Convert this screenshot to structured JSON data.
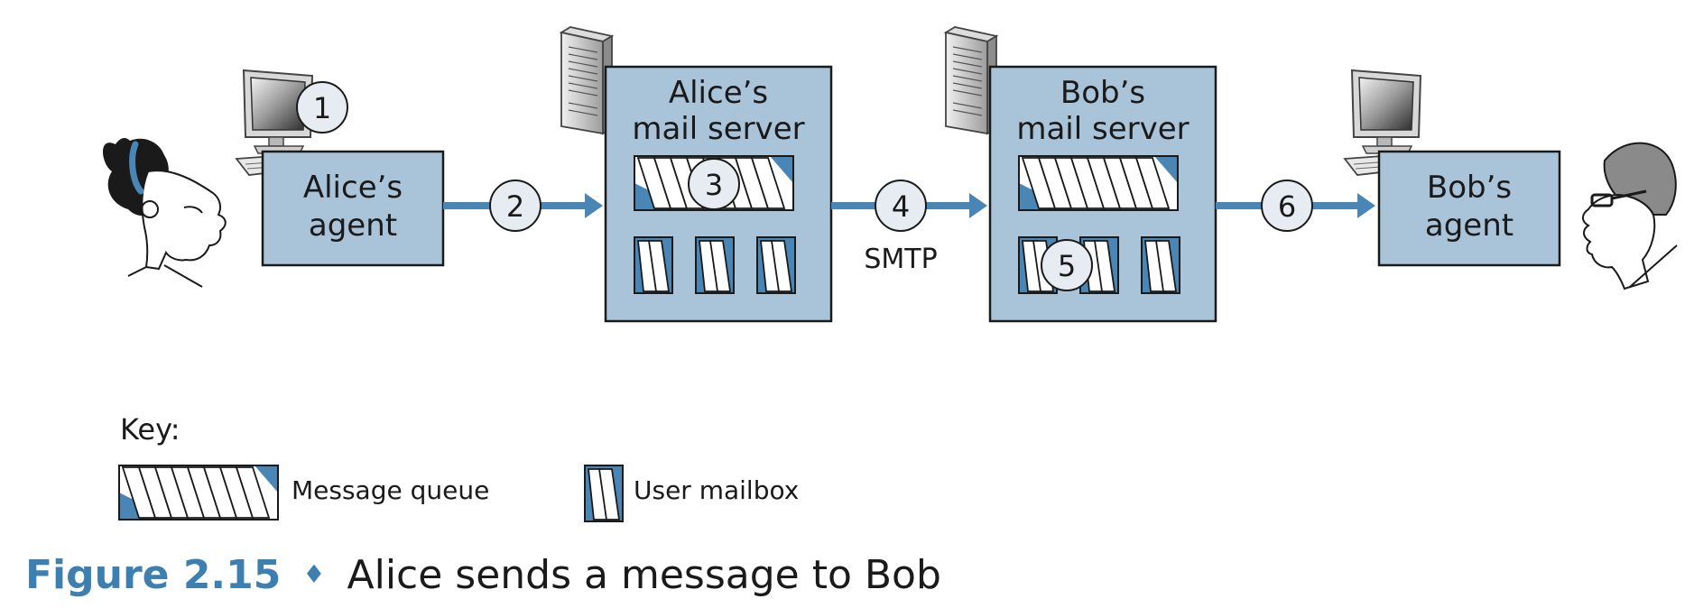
{
  "diagram": {
    "alice_agent": {
      "line1": "Alice’s",
      "line2": "agent"
    },
    "alice_server": {
      "line1": "Alice’s",
      "line2": "mail server"
    },
    "bob_server": {
      "line1": "Bob’s",
      "line2": "mail server"
    },
    "bob_agent": {
      "line1": "Bob’s",
      "line2": "agent"
    },
    "steps": [
      "1",
      "2",
      "3",
      "4",
      "5",
      "6"
    ],
    "protocol_label": "SMTP"
  },
  "key": {
    "title": "Key:",
    "message_queue": "Message queue",
    "user_mailbox": "User mailbox"
  },
  "caption": {
    "figure_number": "Figure 2.15",
    "separator": "♦",
    "text": "Alice sends a message to Bob"
  },
  "colors": {
    "box_fill": "#a9c3d8",
    "accent_blue": "#4a86b5",
    "caption_blue": "#3d7fb0",
    "step_circle_fill": "#e6ecf1"
  }
}
